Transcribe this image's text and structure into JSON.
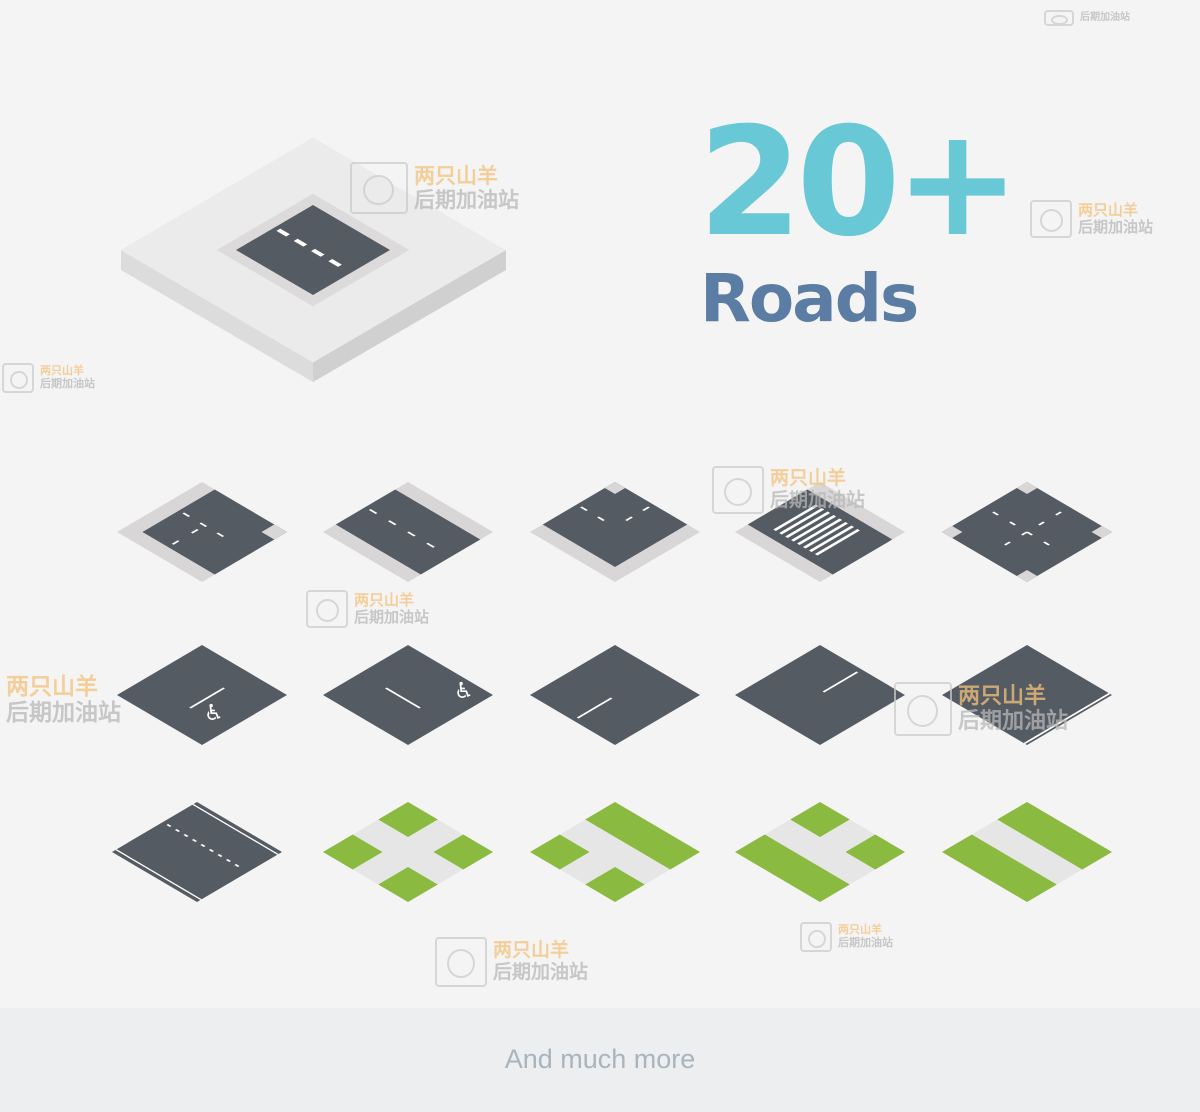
{
  "hero": {
    "count": "20+",
    "title": "Roads"
  },
  "footer": {
    "text": "And much more"
  },
  "watermark": {
    "line1": "两只山羊",
    "line2": "后期加油站"
  },
  "colors": {
    "road": "#555b63",
    "sidewalk": "#d8d6d7",
    "grass": "#8aba3f",
    "path": "#e6e6e6",
    "count": "#68c8d6",
    "title": "#5b7da3"
  }
}
